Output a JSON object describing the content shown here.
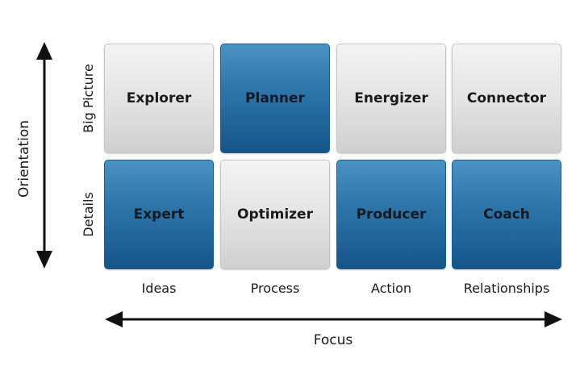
{
  "diagram": {
    "x_axis_title": "Focus",
    "y_axis_title": "Orientation",
    "columns": [
      "Ideas",
      "Process",
      "Action",
      "Relationships"
    ],
    "rows": [
      "Big Picture",
      "Details"
    ],
    "cells": [
      [
        {
          "label": "Explorer",
          "style": "gray"
        },
        {
          "label": "Planner",
          "style": "blue"
        },
        {
          "label": "Energizer",
          "style": "gray"
        },
        {
          "label": "Connector",
          "style": "gray"
        }
      ],
      [
        {
          "label": "Expert",
          "style": "blue"
        },
        {
          "label": "Optimizer",
          "style": "gray"
        },
        {
          "label": "Producer",
          "style": "blue"
        },
        {
          "label": "Coach",
          "style": "blue"
        }
      ]
    ],
    "colors": {
      "blue": "#2c74a8",
      "gray": "#e2e2e2",
      "arrow": "#111111"
    }
  }
}
